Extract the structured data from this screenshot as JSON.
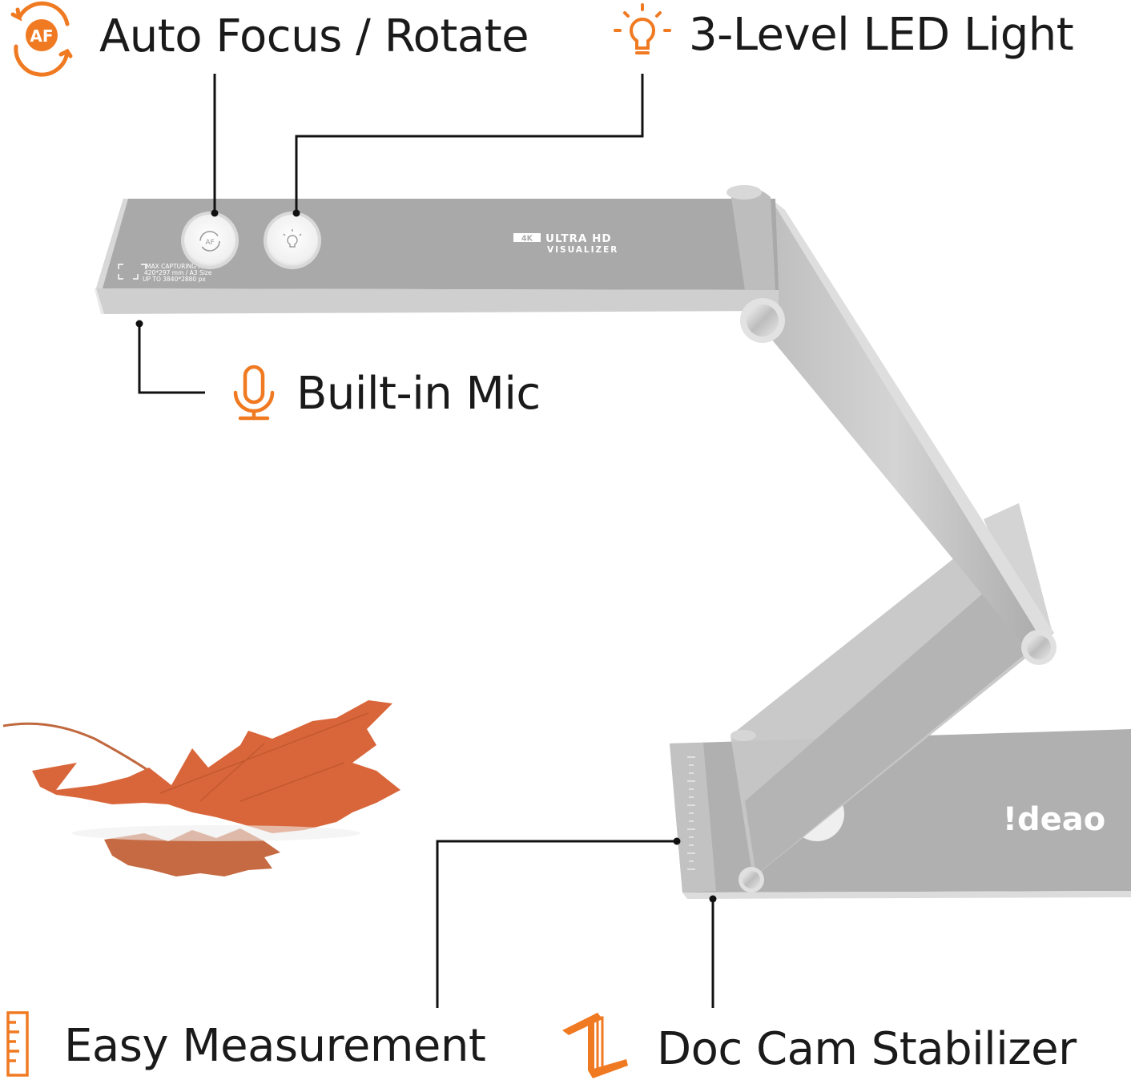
{
  "features": {
    "auto_focus": "Auto Focus / Rotate",
    "led_light": "3-Level LED Light",
    "mic": "Built-in Mic",
    "measurement": "Easy Measurement",
    "stabilizer": "Doc Cam Stabilizer"
  },
  "device": {
    "af_badge": "AF",
    "af_button_text": "AF",
    "badge_4k": "4K",
    "product_line1": "ULTRA HD",
    "product_line2": "VISUALIZER",
    "capture_line1": "MAX CAPTURING AREA",
    "capture_line2": "420*297 mm / A3 Size",
    "capture_line3": "UP TO 3840*2880 px",
    "brand": "!deao"
  },
  "colors": {
    "accent": "#F07A22",
    "aluminum": "#A9A9A9",
    "aluminum_light": "#C8C8C8",
    "callout_line": "#111111",
    "leaf": "#D9663A"
  },
  "icons": {
    "auto_focus": "auto-focus-rotate-icon",
    "led": "light-bulb-icon",
    "mic": "microphone-icon",
    "measurement": "ruler-icon",
    "stabilizer": "stabilizer-stand-icon"
  }
}
